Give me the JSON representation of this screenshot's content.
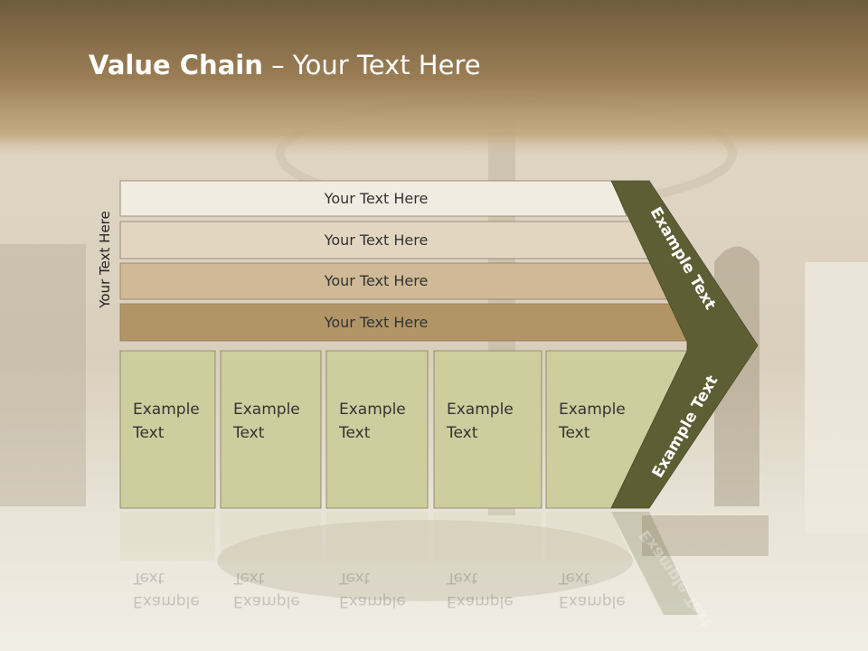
{
  "slide": {
    "title_bold": "Value Chain",
    "title_rest": " – Your Text Here"
  },
  "vertical_label": "Your Text Here",
  "rows": [
    {
      "label": "Your Text Here",
      "color": "#f1ebe2"
    },
    {
      "label": "Your Text Here",
      "color": "#e3d6c1"
    },
    {
      "label": "Your Text Here",
      "color": "#cfb997"
    },
    {
      "label": "Your Text Here",
      "color": "#b19566"
    }
  ],
  "columns": [
    {
      "label": "Example Text"
    },
    {
      "label": "Example Text"
    },
    {
      "label": "Example Text"
    },
    {
      "label": "Example Text"
    },
    {
      "label": "Example Text"
    }
  ],
  "arrow": {
    "upper_label": "Example Text",
    "lower_label": "Example Text",
    "color": "#5e5e34"
  },
  "colors": {
    "column_fill": "#cdcd9e",
    "header_band": "#9c7a4a"
  }
}
